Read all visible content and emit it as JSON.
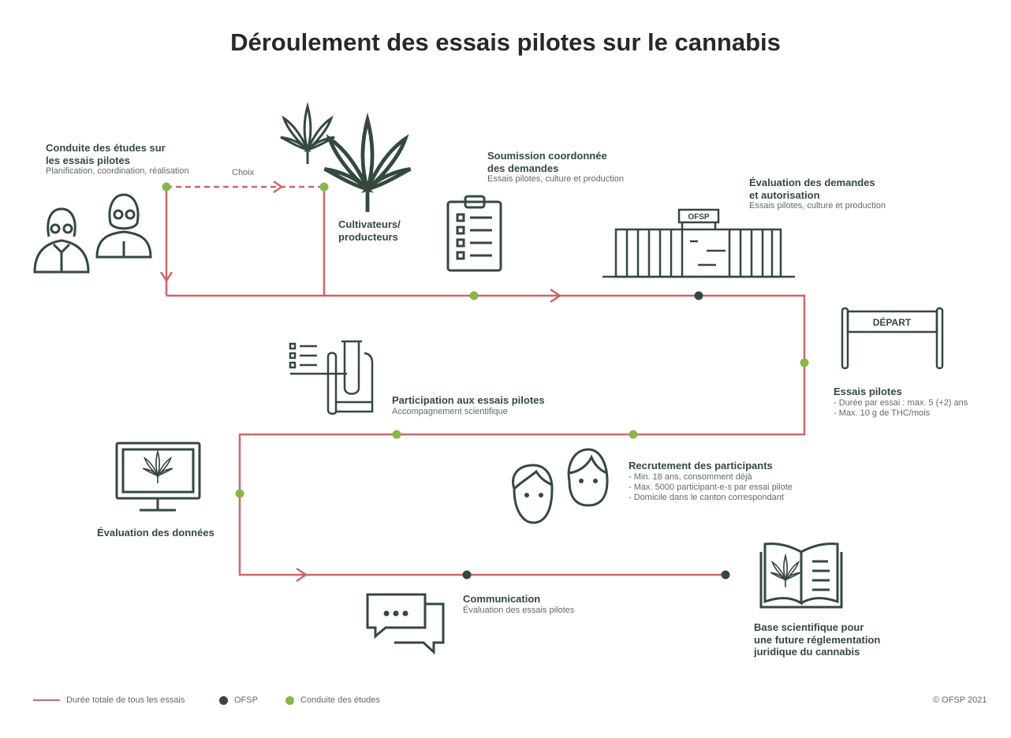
{
  "title": "Déroulement des essais pilotes sur le cannabis",
  "colors": {
    "line": "#c9686a",
    "ofsp": "#34493e",
    "studies": "#8ab54a",
    "icon": "#34493e"
  },
  "steps": {
    "conduite": {
      "title1": "Conduite des études sur",
      "title2": "les essais pilotes",
      "sub": "Planification, coordination, réalisation"
    },
    "choix": "Choix",
    "cultivateurs": {
      "title1": "Cultivateurs/",
      "title2": "producteurs"
    },
    "soumission": {
      "title1": "Soumission coordonnée",
      "title2": "des demandes",
      "sub": "Essais pilotes, culture et production"
    },
    "evaluation_demandes": {
      "title1": "Évaluation des demandes",
      "title2": "et autorisation",
      "sub": "Essais pilotes, culture et production",
      "building_label": "OFSP"
    },
    "essais": {
      "sign": "DÉPART",
      "title": "Essais pilotes",
      "line1": "- Durée par essai : max. 5 (+2) ans",
      "line2": "- Max. 10 g de THC/mois"
    },
    "participation": {
      "title": "Participation aux essais pilotes",
      "sub": "Accompagnement scientifique"
    },
    "recrutement": {
      "title": "Recrutement des participants",
      "line1": "- Min. 18 ans, consomment déjà",
      "line2": "- Max. 5000 participant-e-s par essai pilote",
      "line3": "- Domicile dans le canton correspondant"
    },
    "evaluation_donnees": {
      "title": "Évaluation des données"
    },
    "communication": {
      "title": "Communication",
      "sub": "Évaluation des essais pilotes"
    },
    "base": {
      "title1": "Base scientifique pour",
      "title2": "une future réglementation",
      "title3": "juridique du cannabis"
    }
  },
  "legend": {
    "line": "Durée totale de tous les essais",
    "ofsp": "OFSP",
    "studies": "Conduite des études"
  },
  "copyright": "© OFSP 2021"
}
